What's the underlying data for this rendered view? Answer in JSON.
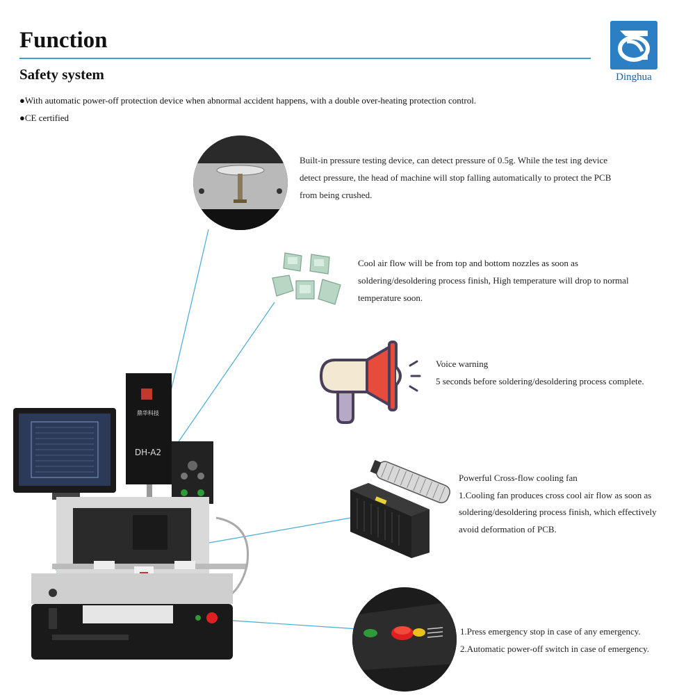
{
  "header": {
    "title": "Function",
    "subtitle": "Safety system",
    "bullets": [
      "●With automatic power-off protection device when abnormal accident happens, with a double over-heating protection control.",
      "●CE certified"
    ]
  },
  "brand": {
    "name": "Dinghua",
    "color": "#2b7fc2"
  },
  "machine": {
    "model_label": "DH-A2",
    "brand_label": "鼎华科技"
  },
  "features": [
    {
      "lines": [
        "Built-in pressure testing device, can detect pressure of 0.5g. While the test ing device",
        "detect pressure, the head of machine will stop falling automatically to protect the PCB",
        "from being crushed."
      ]
    },
    {
      "lines": [
        "Cool air flow will be from top and bottom nozzles as soon as",
        "soldering/desoldering process finish,  High temperature will drop to normal",
        "temperature soon."
      ]
    },
    {
      "lines": [
        "Voice warning",
        "5 seconds before soldering/desoldering process complete."
      ]
    },
    {
      "lines": [
        "Powerful Cross-flow cooling fan",
        "1.Cooling fan produces cross cool air flow as soon as",
        "soldering/desoldering process finish, which effectively",
        "avoid deformation of PCB."
      ]
    },
    {
      "lines": [
        "1.Press emergency stop in case of any emergency.",
        "2.Automatic power-off switch in case of  emergency."
      ]
    }
  ],
  "colors": {
    "accent_rule": "#3a9fcf",
    "leader_line": "#47a9d6",
    "emergency_red": "#e02020"
  }
}
